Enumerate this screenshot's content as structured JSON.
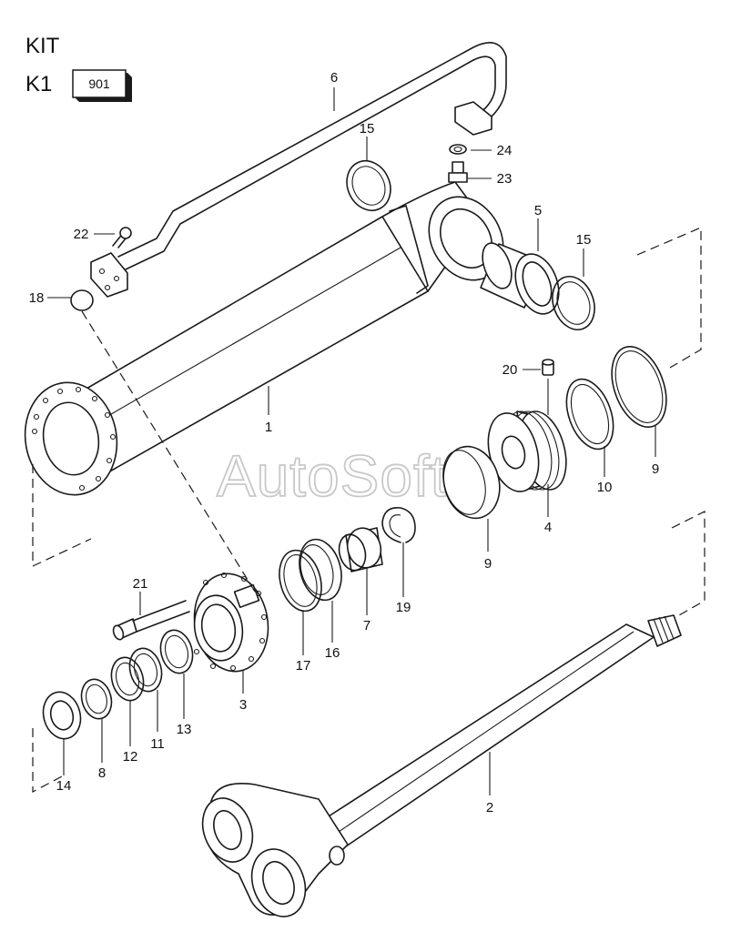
{
  "kit": {
    "title": "KIT",
    "code_prefix": "K1",
    "code_box": "901"
  },
  "watermark": "AutoSoft",
  "callouts": [
    {
      "id": "c1",
      "label": "1"
    },
    {
      "id": "c2",
      "label": "2"
    },
    {
      "id": "c3",
      "label": "3"
    },
    {
      "id": "c4",
      "label": "4"
    },
    {
      "id": "c5",
      "label": "5"
    },
    {
      "id": "c6",
      "label": "6"
    },
    {
      "id": "c7",
      "label": "7"
    },
    {
      "id": "c8",
      "label": "8"
    },
    {
      "id": "c9a",
      "label": "9"
    },
    {
      "id": "c9b",
      "label": "9"
    },
    {
      "id": "c10",
      "label": "10"
    },
    {
      "id": "c11",
      "label": "11"
    },
    {
      "id": "c12",
      "label": "12"
    },
    {
      "id": "c13",
      "label": "13"
    },
    {
      "id": "c14",
      "label": "14"
    },
    {
      "id": "c15a",
      "label": "15"
    },
    {
      "id": "c15b",
      "label": "15"
    },
    {
      "id": "c16",
      "label": "16"
    },
    {
      "id": "c17",
      "label": "17"
    },
    {
      "id": "c18",
      "label": "18"
    },
    {
      "id": "c19",
      "label": "19"
    },
    {
      "id": "c20",
      "label": "20"
    },
    {
      "id": "c21",
      "label": "21"
    },
    {
      "id": "c22",
      "label": "22"
    },
    {
      "id": "c23",
      "label": "23"
    },
    {
      "id": "c24",
      "label": "24"
    }
  ]
}
